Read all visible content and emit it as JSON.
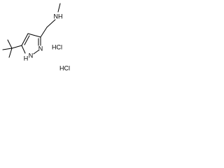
{
  "atoms": {
    "amine": "NH",
    "ring_n2": "N",
    "ring_n1h_h": "H",
    "ring_n1h_n": "N"
  },
  "salts": [
    "HCl",
    "HCl"
  ],
  "colors": {
    "ink": "#000000",
    "background": "#ffffff"
  }
}
